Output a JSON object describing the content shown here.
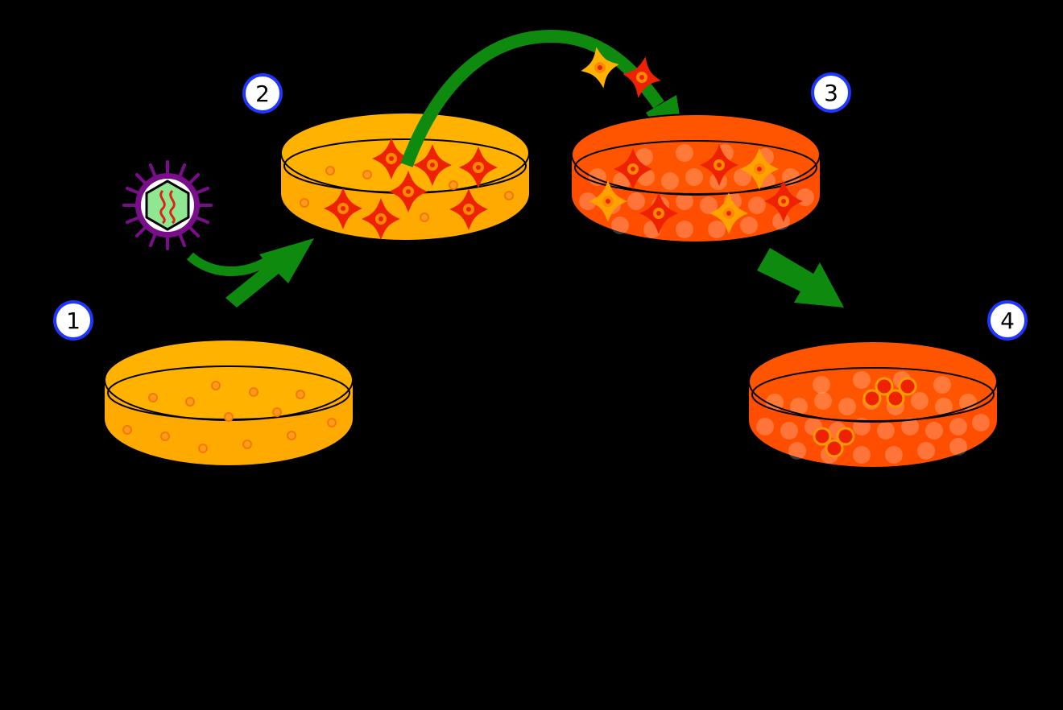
{
  "steps": [
    {
      "number": "1"
    },
    {
      "number": "2"
    },
    {
      "number": "3"
    },
    {
      "number": "4"
    }
  ],
  "colors": {
    "background": "#000000",
    "dish_orange": "#FFAA00",
    "dish_orange_dark": "#E89600",
    "dish_red": "#FF4E00",
    "arrow_green": "#0E8A0E",
    "step_ring": "#1E36FF",
    "virus_spikes": "#7A0E8A",
    "virus_capsid": "#8FE88F",
    "infected_cell": "#EE2200",
    "cell_nucleus": "#FF8A00"
  },
  "icons": [
    "virus-icon",
    "infected-cell-icon",
    "petri-dish-icon",
    "arrow-icon"
  ]
}
